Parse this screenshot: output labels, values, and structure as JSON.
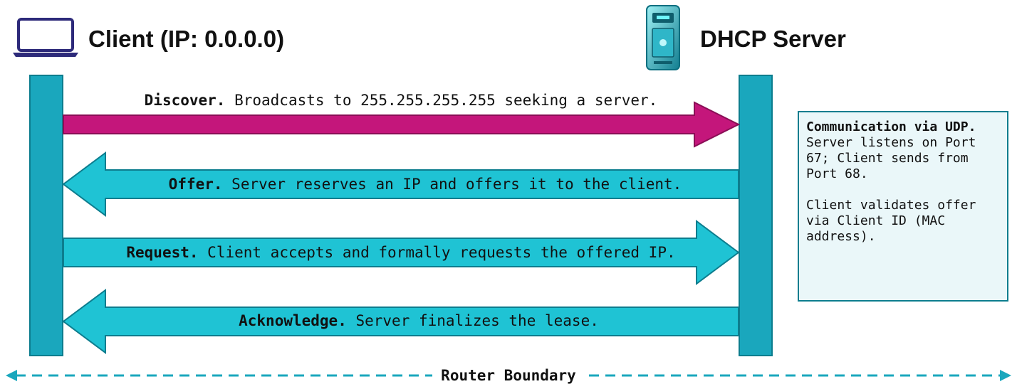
{
  "client": {
    "label": "Client (IP: 0.0.0.0)",
    "icon": "laptop-icon"
  },
  "server": {
    "label": "DHCP Server",
    "icon": "server-tower-icon"
  },
  "messages": [
    {
      "name": "Discover.",
      "text": " Broadcasts to 255.255.255.255 seeking a server.",
      "direction": "client-to-server",
      "color": "#c4167b"
    },
    {
      "name": "Offer.",
      "text": " Server reserves an IP and offers it to the client.",
      "direction": "server-to-client",
      "color": "#1fc3d4"
    },
    {
      "name": "Request.",
      "text": " Client accepts and formally requests the offered IP.",
      "direction": "client-to-server",
      "color": "#1fc3d4"
    },
    {
      "name": "Acknowledge.",
      "text": " Server finalizes the lease.",
      "direction": "server-to-client",
      "color": "#1fc3d4"
    }
  ],
  "note": {
    "heading": "Communication via UDP.",
    "line1": "Server listens on Port 67; Client sends from Port 68.",
    "line2": "Client validates offer via Client ID (MAC address)."
  },
  "boundary": {
    "label": "Router Boundary",
    "color": "#1aa7bd"
  },
  "colors": {
    "lifeline": "#1aa7bd",
    "arrow_stroke": "#0c7d8e",
    "discover": "#c4167b",
    "cyan": "#1fc3d4"
  }
}
